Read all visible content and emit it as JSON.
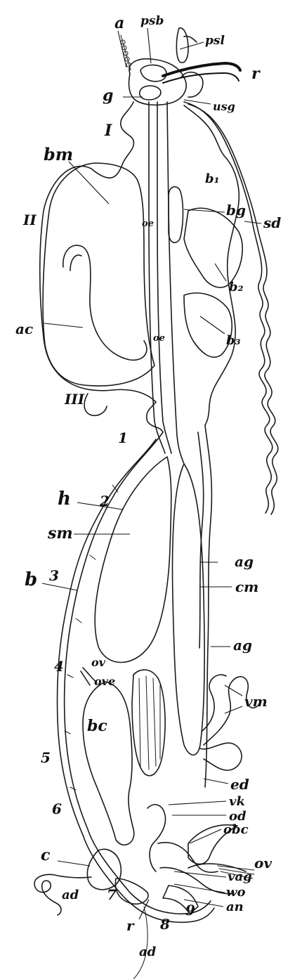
{
  "labels": {
    "a": "a",
    "psb": "psb",
    "psl": "psl",
    "r_top": "r",
    "g": "g",
    "usg": "usg",
    "I": "I",
    "bm": "bm",
    "b1": "b₁",
    "bg": "bg",
    "sd": "sd",
    "II": "II",
    "oe1": "oe",
    "b2": "b₂",
    "ac": "ac",
    "oe2": "oe",
    "b3": "b₃",
    "III": "III",
    "n1": "1",
    "n2": "2",
    "h": "h",
    "sm": "sm",
    "ag1": "ag",
    "n3": "3",
    "cm": "cm",
    "b": "b",
    "ag2": "ag",
    "ov_top": "ov",
    "n4": "4",
    "ove": "ove",
    "vm": "vm",
    "bc": "bc",
    "n5": "5",
    "ed": "ed",
    "vk": "vk",
    "n6": "6",
    "od": "od",
    "obc": "obc",
    "ov_right": "ov",
    "c": "c",
    "vag": "vag",
    "ad_left": "ad",
    "n7": "7",
    "wo": "wo",
    "an": "an",
    "r_bottom": "r",
    "n8": "8",
    "n9": "9",
    "ad_bottom": "ad"
  }
}
